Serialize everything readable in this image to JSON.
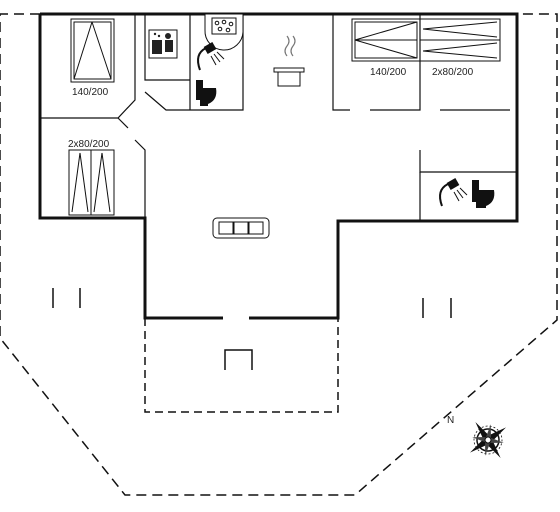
{
  "beds": {
    "bedroom_top_left": "140/200",
    "bedroom_left": "2x80/200",
    "bedroom_top_right_a": "140/200",
    "bedroom_top_right_b": "2x80/200"
  },
  "compass": {
    "north_label": "N"
  },
  "icons": [
    "bed-icon",
    "sauna-icon",
    "whirlpool-icon",
    "shower-icon",
    "toilet-icon",
    "kitchen-pot-icon",
    "sofa-icon",
    "compass-rose-icon"
  ]
}
